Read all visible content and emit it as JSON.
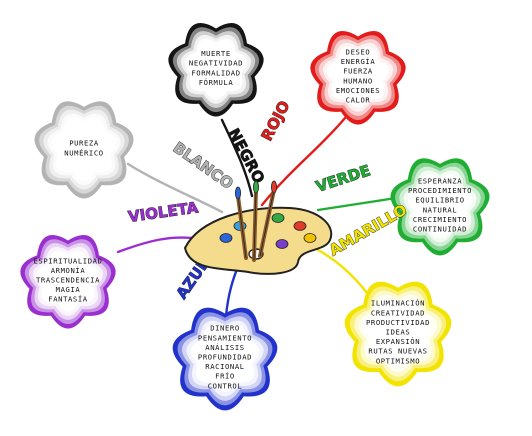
{
  "center": {
    "icon": "paint-palette-with-brushes"
  },
  "branches": [
    {
      "id": "negro",
      "label": "NEGRO",
      "color": "#151515",
      "lines": [
        "MUERTE",
        "NEGATIVIDAD",
        "FORMALIDAD",
        "FÓRMULA"
      ]
    },
    {
      "id": "rojo",
      "label": "ROJO",
      "color": "#e21b1b",
      "lines": [
        "DESEO",
        "ENERGÍA",
        "FUERZA",
        "HUMANO",
        "EMOCIONES",
        "CALOR"
      ]
    },
    {
      "id": "verde",
      "label": "VERDE",
      "color": "#1fae33",
      "lines": [
        "ESPERANZA",
        "PROCEDIMIENTO",
        "EQUILIBRIO",
        "NATURAL",
        "CRECIMIENTO",
        "CONTINUIDAD"
      ]
    },
    {
      "id": "amarillo",
      "label": "AMARILLO",
      "color": "#f2e300",
      "lines": [
        "ILUMINACIÓN",
        "CREATIVIDAD",
        "PRODUCTIVIDAD",
        "IDEAS",
        "EXPANSIÓN",
        "RUTAS NUEVAS",
        "OPTIMISMO"
      ]
    },
    {
      "id": "azul",
      "label": "AZUL",
      "color": "#2233cc",
      "lines": [
        "DINERO",
        "PENSAMIENTO",
        "ANÁLISIS",
        "PROFUNDIDAD",
        "RACIONAL",
        "FRÍO",
        "CONTROL"
      ]
    },
    {
      "id": "violeta",
      "label": "VIOLETA",
      "color": "#9a2fd0",
      "lines": [
        "ESPIRITUALIDAD",
        "ARMONÍA",
        "TRASCENDENCIA",
        "MAGIA",
        "FANTASÍA"
      ]
    },
    {
      "id": "blanco",
      "label": "BLANCO",
      "color": "#b3b3b3",
      "lines": [
        "PUREZA",
        "NUMÉRICO"
      ]
    }
  ],
  "colors": {
    "palette_fill": "#f5dc8c",
    "palette_outline": "#222222",
    "daubs": [
      "#2a66d8",
      "#33a844",
      "#e03a2a",
      "#f2c200",
      "#7a3fc8",
      "#3aa0e0"
    ]
  }
}
